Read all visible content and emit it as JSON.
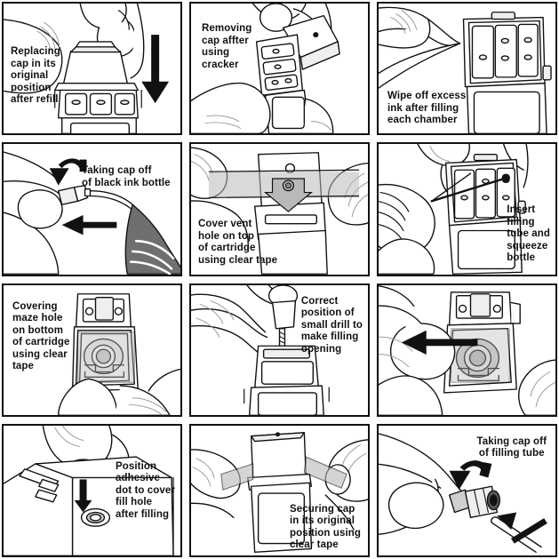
{
  "document": {
    "title": "Inkjet Cartridge Refill Instruction Panels",
    "type": "illustrated step-by-step diagram",
    "columns": 3,
    "rows": 4,
    "line_color": "#111111",
    "fill_light": "#efefef",
    "fill_mid": "#b9b9b9",
    "fill_dark": "#6f6f6f",
    "background": "#ffffff"
  },
  "panels": [
    {
      "index": 1,
      "caption": "Replacing\ncap in its\noriginal\nposition\nafter refill",
      "subject": "hands-placing-cap-on-cartridge",
      "has_arrow": true,
      "arrow_direction": "down"
    },
    {
      "index": 2,
      "caption": "Removing\ncap affter\nusing\ncracker",
      "subject": "hand-removing-cap-from-cartridge",
      "has_arrow": false,
      "arrow_direction": ""
    },
    {
      "index": 3,
      "caption": "Wipe off excess\nink after filling\neach chamber",
      "subject": "hand-wiping-cartridge-top-with-tissue",
      "has_arrow": false,
      "arrow_direction": ""
    },
    {
      "index": 4,
      "caption": "Taking cap off\nof black ink bottle",
      "subject": "fingers-pulling-cap-off-ink-bottle",
      "has_arrow": true,
      "arrow_direction": "left-and-curved-down"
    },
    {
      "index": 5,
      "caption": "Cover vent\nhole on top\nof cartridge\nusing clear tape",
      "subject": "clear-tape-over-cartridge-vent-hole",
      "has_arrow": true,
      "arrow_direction": "down"
    },
    {
      "index": 6,
      "caption": "Insert\nfilling\ntube and\nsqueeze\nbottle",
      "subject": "filling-tube-inserted-into-cartridge-chamber",
      "has_arrow": false,
      "arrow_direction": ""
    },
    {
      "index": 7,
      "caption": "Covering\nmaze hole\non bottom\nof cartridge\nusing clear\ntape",
      "subject": "tape-over-maze-hole-on-cartridge-bottom",
      "has_arrow": false,
      "arrow_direction": ""
    },
    {
      "index": 8,
      "caption": "Correct\nposition of\nsmall drill to\nmake filling\nopening",
      "subject": "hand-holding-small-drill-over-cartridge",
      "has_arrow": false,
      "arrow_direction": ""
    },
    {
      "index": 9,
      "caption": "",
      "subject": "finger-pressing-tape-onto-cartridge-bottom",
      "has_arrow": true,
      "arrow_direction": "left"
    },
    {
      "index": 10,
      "caption": "Position\nadhesive\ndot to cover\nfill hole\nafter filling",
      "subject": "finger-placing-adhesive-dot-on-fill-hole",
      "has_arrow": true,
      "arrow_direction": "down"
    },
    {
      "index": 11,
      "caption": "Securing cap\nin its original\nposition using\nclear tape",
      "subject": "hands-taping-cap-onto-cartridge",
      "has_arrow": false,
      "arrow_direction": ""
    },
    {
      "index": 12,
      "caption": "Taking cap off\nof filling tube",
      "subject": "fingers-removing-cap-from-filling-tube",
      "has_arrow": true,
      "arrow_direction": "left-and-curved-down"
    }
  ]
}
